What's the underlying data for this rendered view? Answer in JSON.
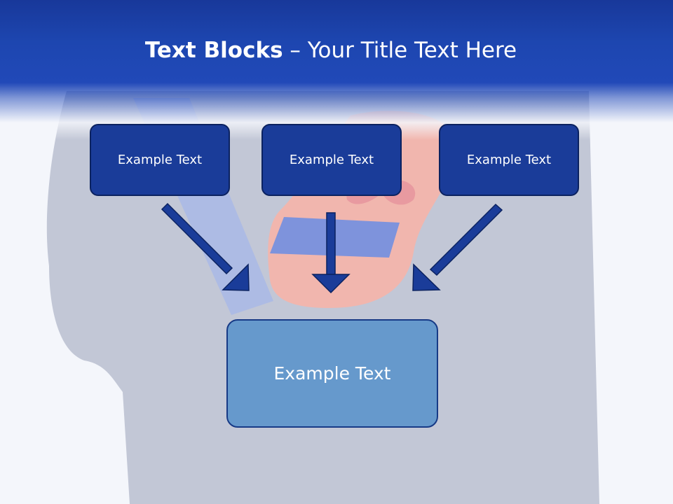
{
  "title": {
    "bold": "Text Blocks",
    "rest": " – Your Title Text Here"
  },
  "blocks": [
    {
      "label": "Example Text"
    },
    {
      "label": "Example Text"
    },
    {
      "label": "Example Text"
    }
  ],
  "target": {
    "label": "Example Text"
  },
  "colors": {
    "header": "#1d46b0",
    "block_fill": "#1a3c99",
    "block_border": "#0b2260",
    "target_fill": "#6699cc",
    "arrow": "#1a3c99"
  }
}
